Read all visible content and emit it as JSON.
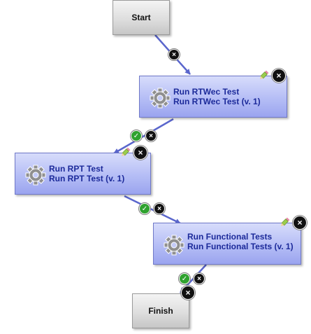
{
  "workflow": {
    "start_label": "Start",
    "finish_label": "Finish",
    "steps": [
      {
        "title": "Run RTWec Test",
        "subtitle": "Run RTWec Test (v. 1)"
      },
      {
        "title": "Run RPT Test",
        "subtitle": "Run RPT Test (v. 1)"
      },
      {
        "title": "Run Functional Tests",
        "subtitle": "Run Functional Tests (v. 1)"
      }
    ],
    "icons": {
      "step": "gear-icon",
      "edit": "pencil-icon",
      "delete": "close-icon",
      "success": "check-icon"
    },
    "colors": {
      "connector": "#5a66cc",
      "step_fill": "#b8c0f6",
      "terminal_fill": "#dedede",
      "step_text": "#1c2a9a",
      "success": "#2fa22f"
    }
  }
}
